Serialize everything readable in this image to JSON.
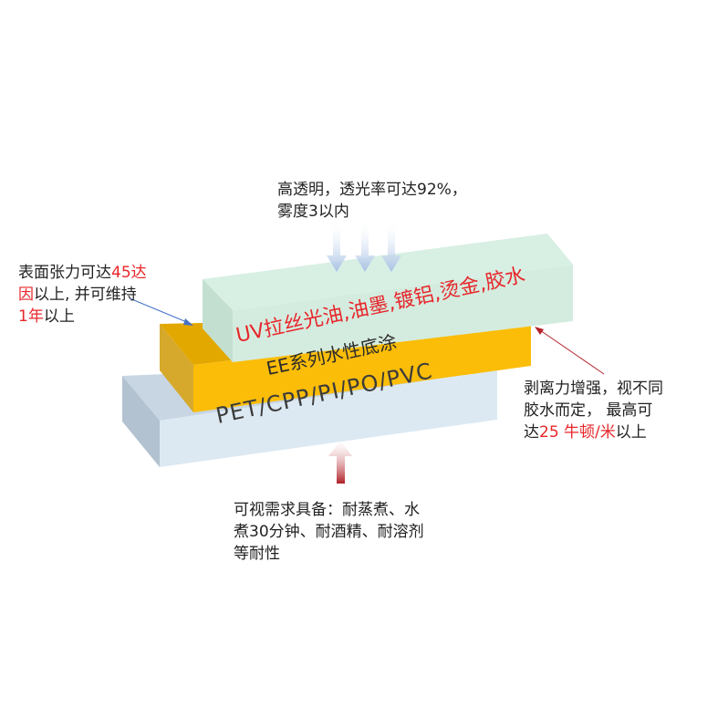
{
  "colors": {
    "pet_layer": "#dce9f3",
    "ee_layer": "#fbbd08",
    "uv_layer": "#d4ecdf",
    "highlight": "#e8262b",
    "down_arrow": "#bcd0ea",
    "up_arrow": "#b5242c"
  },
  "layers": {
    "pet": "PET/CPP/PI/PO/PVC",
    "ee": "EE系列水性底涂",
    "uv": "UV拉丝光油,油墨,镀铝,烫金,胶水"
  },
  "notes": {
    "top": {
      "line1": "高透明，透光率可达92%，",
      "line2": "雾度3以内"
    },
    "left": {
      "l1a": "表面张力可达",
      "l1b": "45达",
      "l2a": "因",
      "l2b": "以上, 并可维持",
      "l3a": "1年",
      "l3b": "以上"
    },
    "right": {
      "line1": "剥离力增强，视不同",
      "line2": "胶水而定，  最高可",
      "l3a": "达",
      "l3b": "25 牛顿/米",
      "l3c": "以上"
    },
    "bottom": {
      "line1": "可视需求具备：耐蒸煮、水",
      "line2": "煮30分钟、耐酒精、耐溶剂",
      "line3": "等耐性"
    }
  }
}
